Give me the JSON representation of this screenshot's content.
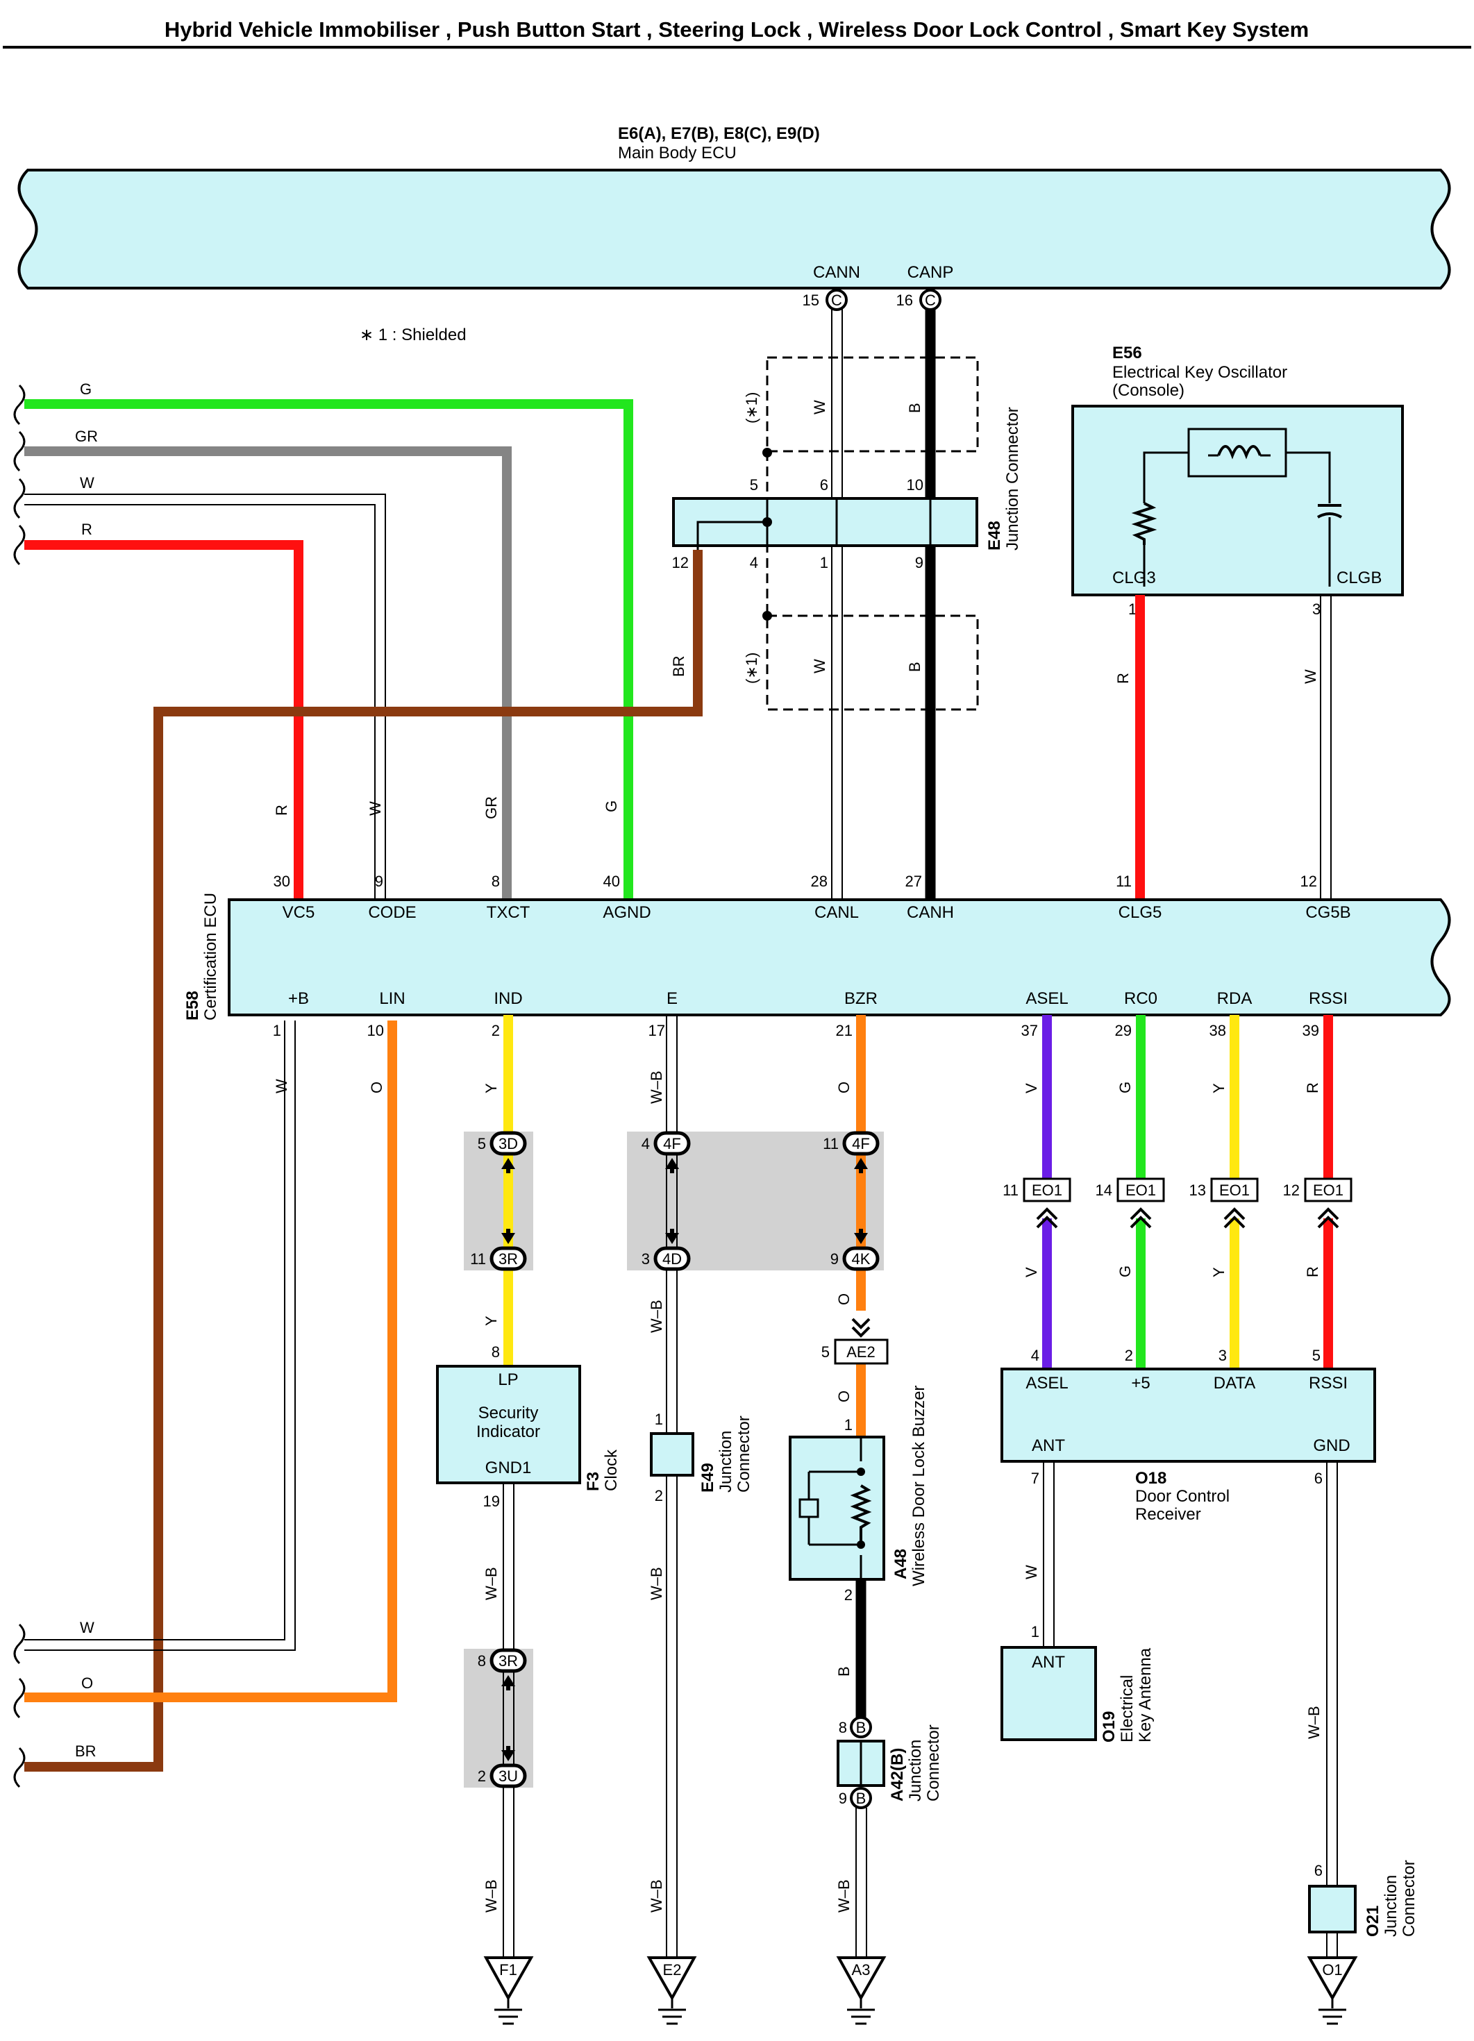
{
  "title": "Hybrid Vehicle Immobiliser , Push Button Start , Steering Lock , Wireless Door Lock Control , Smart Key System",
  "note": "∗ 1 : Shielded",
  "colors": {
    "ecu_fill": "#cdf4f7",
    "splice_fill": "#d2d2d2",
    "G": "#22e61e",
    "GR": "#858585",
    "W": "#ffffff",
    "R": "#ff1010",
    "BR": "#8b3a10",
    "O": "#ff8010",
    "Y": "#ffe810",
    "V": "#6a1ee6",
    "B": "#000000",
    "W-B": "#ffffff"
  },
  "main_body_ecu": {
    "code": "E6(A), E7(B), E8(C), E9(D)",
    "name": "Main Body ECU",
    "pins": [
      {
        "num": "15",
        "conn": "C",
        "name": "CANN"
      },
      {
        "num": "16",
        "conn": "C",
        "name": "CANP"
      }
    ]
  },
  "left_wires": [
    {
      "color": "G"
    },
    {
      "color": "GR"
    },
    {
      "color": "W"
    },
    {
      "color": "R"
    },
    {
      "color": "W"
    },
    {
      "color": "O"
    },
    {
      "color": "BR"
    }
  ],
  "e48": {
    "code": "E48",
    "name": "Junction Connector",
    "pins_top": [
      "5",
      "6",
      "10"
    ],
    "pins_bottom": [
      "12",
      "4",
      "1",
      "9"
    ]
  },
  "shield_label": "(∗1)",
  "e56": {
    "code": "E56",
    "name": "Electrical Key Oscillator",
    "sub": "(Console)",
    "pins": [
      {
        "num": "1",
        "name": "CLG3"
      },
      {
        "num": "3",
        "name": "CLGB"
      }
    ]
  },
  "e58": {
    "code": "E58",
    "name": "Certification ECU",
    "top_pins": [
      {
        "num": "30",
        "name": "VC5",
        "wire": "R"
      },
      {
        "num": "9",
        "name": "CODE",
        "wire": "W"
      },
      {
        "num": "8",
        "name": "TXCT",
        "wire": "GR"
      },
      {
        "num": "40",
        "name": "AGND",
        "wire": "G"
      },
      {
        "num": "28",
        "name": "CANL",
        "wire": ""
      },
      {
        "num": "27",
        "name": "CANH",
        "wire": ""
      },
      {
        "num": "11",
        "name": "CLG5",
        "wire": "R"
      },
      {
        "num": "12",
        "name": "CG5B",
        "wire": "W"
      }
    ],
    "bottom_pins": [
      {
        "num": "1",
        "name": "+B",
        "wire": "W"
      },
      {
        "num": "10",
        "name": "LIN",
        "wire": "O"
      },
      {
        "num": "2",
        "name": "IND",
        "wire": "Y"
      },
      {
        "num": "17",
        "name": "E",
        "wire": "W–B"
      },
      {
        "num": "21",
        "name": "BZR",
        "wire": "O"
      },
      {
        "num": "37",
        "name": "ASEL",
        "wire": "V"
      },
      {
        "num": "29",
        "name": "RC0",
        "wire": "G"
      },
      {
        "num": "38",
        "name": "RDA",
        "wire": "Y"
      },
      {
        "num": "39",
        "name": "RSSI",
        "wire": "R"
      }
    ]
  },
  "junctions": {
    "j3d": {
      "pin": "5",
      "code": "3D"
    },
    "j3r_a": {
      "pin": "11",
      "code": "3R"
    },
    "j4f_a": {
      "pin": "4",
      "code": "4F"
    },
    "j4d": {
      "pin": "3",
      "code": "4D"
    },
    "j4f_b": {
      "pin": "11",
      "code": "4F"
    },
    "j4k": {
      "pin": "9",
      "code": "4K"
    },
    "j3r_b": {
      "pin": "8",
      "code": "3R"
    },
    "j3u": {
      "pin": "2",
      "code": "3U"
    },
    "eo1": [
      {
        "pin": "11",
        "code": "EO1"
      },
      {
        "pin": "14",
        "code": "EO1"
      },
      {
        "pin": "13",
        "code": "EO1"
      },
      {
        "pin": "12",
        "code": "EO1"
      }
    ],
    "ae2": {
      "pin": "5",
      "code": "AE2"
    }
  },
  "f3": {
    "code": "F3",
    "name": "Clock",
    "pin_top": "8",
    "pin_bottom": "19",
    "label_top": "LP",
    "label_mid1": "Security",
    "label_mid2": "Indicator",
    "label_bottom": "GND1"
  },
  "e49": {
    "code": "E49",
    "name1": "Junction",
    "name2": "Connector",
    "pin_top": "1",
    "pin_bottom": "2"
  },
  "a48": {
    "code": "A48",
    "name": "Wireless Door Lock Buzzer",
    "pin_top": "1",
    "pin_bottom": "2"
  },
  "a42": {
    "code": "A42(B)",
    "name1": "Junction",
    "name2": "Connector",
    "pin_top": "8",
    "pin_bottom": "9",
    "conn": "B"
  },
  "o18": {
    "code": "O18",
    "name1": "Door Control",
    "name2": "Receiver",
    "top_pins": [
      {
        "num": "4",
        "name": "ASEL"
      },
      {
        "num": "2",
        "name": "+5"
      },
      {
        "num": "3",
        "name": "DATA"
      },
      {
        "num": "5",
        "name": "RSSI"
      }
    ],
    "bottom_pins": [
      {
        "num": "7",
        "name": "ANT"
      },
      {
        "num": "6",
        "name": "GND"
      }
    ]
  },
  "o19": {
    "code": "O19",
    "name1": "Electrical",
    "name2": "Key Antenna",
    "pin": "1",
    "label": "ANT"
  },
  "o21": {
    "code": "O21",
    "name1": "Junction",
    "name2": "Connector",
    "pin": "6"
  },
  "grounds": [
    "F1",
    "E2",
    "A3",
    "O1"
  ]
}
